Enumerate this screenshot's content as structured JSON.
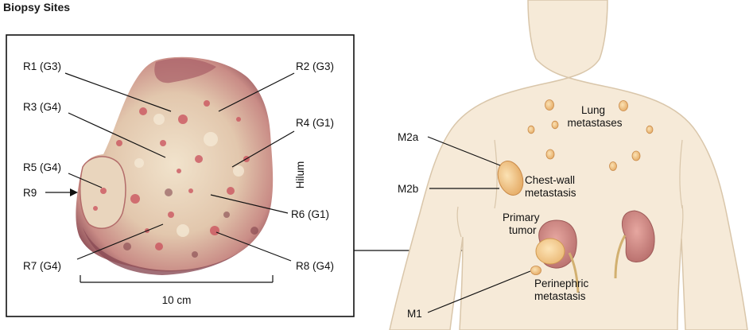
{
  "title": "Biopsy Sites",
  "specimen": {
    "region_labels": {
      "r1": "R1 (G3)",
      "r2": "R2 (G3)",
      "r3": "R3 (G4)",
      "r4": "R4 (G1)",
      "r5": "R5 (G4)",
      "r6": "R6 (G1)",
      "r7": "R7 (G4)",
      "r8": "R8 (G4)",
      "r9": "R9"
    },
    "hilum_label": "Hilum",
    "scale_label": "10 cm"
  },
  "body": {
    "lung_label_line1": "Lung",
    "lung_label_line2": "metastases",
    "chest_label_line1": "Chest-wall",
    "chest_label_line2": "metastasis",
    "primary_label_line1": "Primary",
    "primary_label_line2": "tumor",
    "perinephric_label_line1": "Perinephric",
    "perinephric_label_line2": "metastasis",
    "m2a": "M2a",
    "m2b": "M2b",
    "m1": "M1"
  },
  "colors": {
    "skin": "#f6ead8",
    "skin_outline": "#d7c4a8",
    "kidney": "#cf8a86",
    "tumor": "#f2c98a",
    "tissue": "#e6d2b8",
    "tissue_red": "#c4525a",
    "tissue_dark": "#8c4a52"
  }
}
